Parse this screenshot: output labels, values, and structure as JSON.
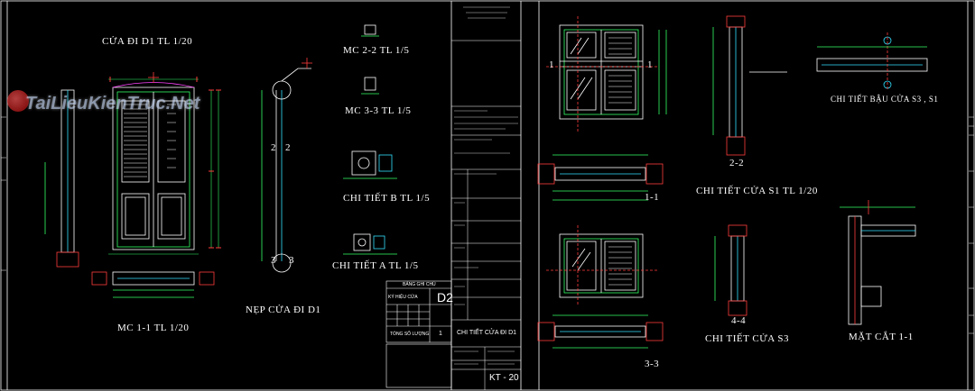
{
  "colors": {
    "background": "#000000",
    "line_white": "#ffffff",
    "line_cyan": "#33e0ff",
    "line_green": "#33ff66",
    "line_red": "#ff3b3b",
    "line_yellow": "#ffff33",
    "line_magenta": "#ff44ff"
  },
  "watermark": {
    "text": "TaiLieuKienTruc.Net"
  },
  "labels": {
    "door_d1": "CỬA ĐI D1  TL 1/20",
    "mc_11": "MC 1-1  TL 1/20",
    "nep_cua": "NẸP CỬA  ĐI D1",
    "mc_22": "MC 2-2  TL 1/5",
    "mc_33": "MC 3-3  TL 1/5",
    "ct_b": "CHI TIẾT B  TL 1/5",
    "ct_a": "CHI TIẾT A  TL 1/5",
    "ct_s1": "CHI TIẾT CỬA S1 TL 1/20",
    "ct_s3": "CHI TIẾT CỬA S3",
    "bau_cua": "CHI TIẾT BẬU CỬA  S3 , S1",
    "mat_cat": "MẶT CẮT 1-1",
    "sec_11": "1-1",
    "sec_22": "2-2",
    "sec_33": "3-3",
    "sec_44": "4-4",
    "mark_2a": "2",
    "mark_2b": "2",
    "mark_3a": "3",
    "mark_3b": "3",
    "mark_1a": "1",
    "mark_1b": "1"
  },
  "table": {
    "title": "BẢNG GHI CHÚ",
    "ky_hieu_label": "KÝ HIỆU CỬA",
    "ky_hieu_value": "D2",
    "tong_label": "TỔNG SỐ LƯỢNG",
    "tong_value": "1"
  },
  "title_block": {
    "drawing_name": "CHI TIẾT CỬA ĐI D1",
    "sheet_no": "KT - 20"
  }
}
